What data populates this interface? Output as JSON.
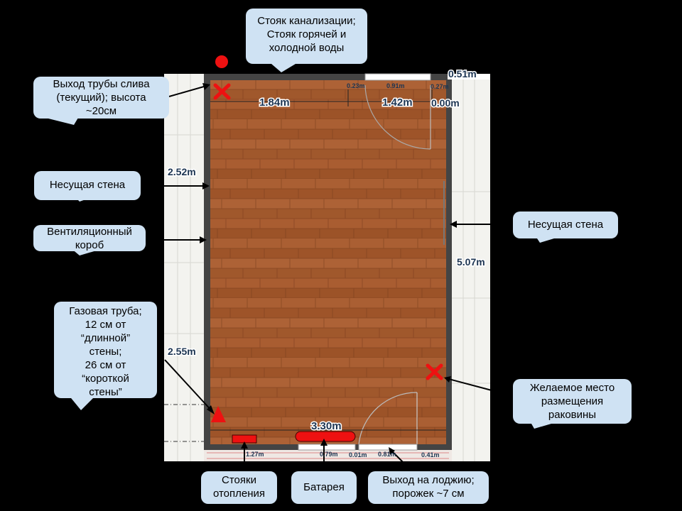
{
  "callouts": {
    "sewer_riser": "Стояк канализации;\nСтояк горячей и\nхолодной воды",
    "drain_outlet": "Выход трубы слива\n(текущий); высота\n~20см",
    "bearing_wall_left": "Несущая стена",
    "ventilation_box": "Вентиляционный\nкороб",
    "gas_pipe": "Газовая труба;\n12 см от\n“длинной”\nстены;\n26 см от\n“короткой\nстены”",
    "bearing_wall_right": "Несущая стена",
    "sink_location": "Желаемое место\nразмещения\nраковины",
    "heating_risers": "Стояки\nотопления",
    "radiator": "Батарея",
    "loggia_exit": "Выход на лоджию;\nпорожек ~7 см"
  },
  "measurements": {
    "top_left": "1.84m",
    "top_mid": "1.42m",
    "top_right": "0.00m",
    "top_right_cut": "0.51m",
    "top_small_1": "0.23m",
    "top_small_2": "0.91m",
    "top_small_3": "0.27m",
    "left_upper": "2.52m",
    "left_lower": "2.55m",
    "right": "5.07m",
    "bottom_main": "3.30m",
    "bottom_small_1": "1.27m",
    "bottom_small_2": "0.79m",
    "bottom_small_3": "0.01m",
    "bottom_small_4": "0.81m",
    "bottom_small_5": "0.41m"
  },
  "colors": {
    "marker_red": "#ee1111",
    "floor": "#a65a2e",
    "wall": "#444444",
    "callout_bg": "#cfe2f3"
  },
  "icons": {
    "drain_marker": "x-mark-icon",
    "sink_marker": "x-mark-icon",
    "riser_marker": "circle-icon",
    "gas_marker": "triangle-icon"
  }
}
